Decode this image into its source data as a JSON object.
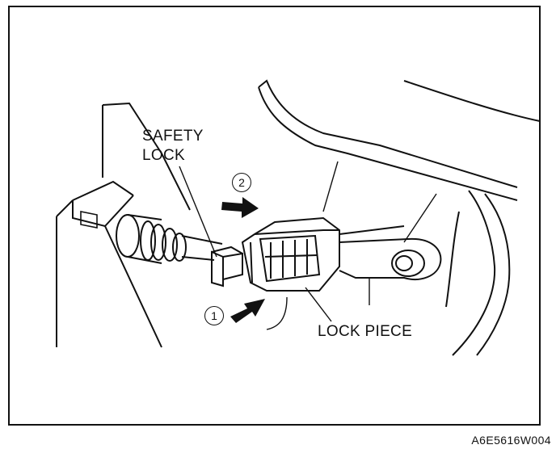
{
  "labels": {
    "safety_lock_line1": "SAFETY",
    "safety_lock_line2": "LOCK",
    "lock_piece": "LOCK PIECE"
  },
  "steps": {
    "step1": "1",
    "step2": "2"
  },
  "figure_code": "A6E5616W004"
}
